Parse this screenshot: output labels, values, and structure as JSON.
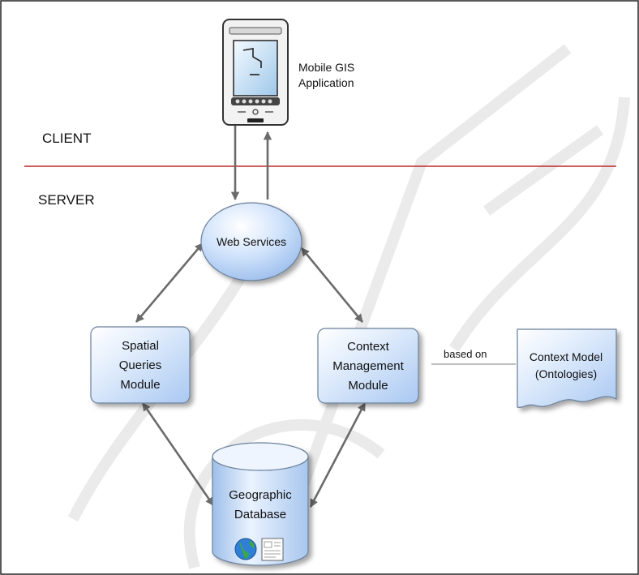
{
  "client": {
    "app_label_line1": "Mobile GIS",
    "app_label_line2": "Application",
    "zone_label": "CLIENT"
  },
  "server": {
    "zone_label": "SERVER",
    "web_services": "Web Services",
    "spatial_module": [
      "Spatial",
      "Queries",
      "Module"
    ],
    "context_module": [
      "Context",
      "Management",
      "Module"
    ],
    "database": [
      "Geographic",
      "Database"
    ],
    "relation_label": "based on",
    "context_model": [
      "Context Model",
      "(Ontologies)"
    ]
  },
  "colors": {
    "divider": "#c0282a",
    "node_fill_light": "#eef5ff",
    "node_fill_dark": "#b3d0f5",
    "node_stroke": "#6a7f99",
    "arrow": "#6b6b6b",
    "watermark": "#d0d0d0"
  },
  "icons": [
    "mobile-device-icon",
    "globe-icon",
    "document-icon"
  ]
}
